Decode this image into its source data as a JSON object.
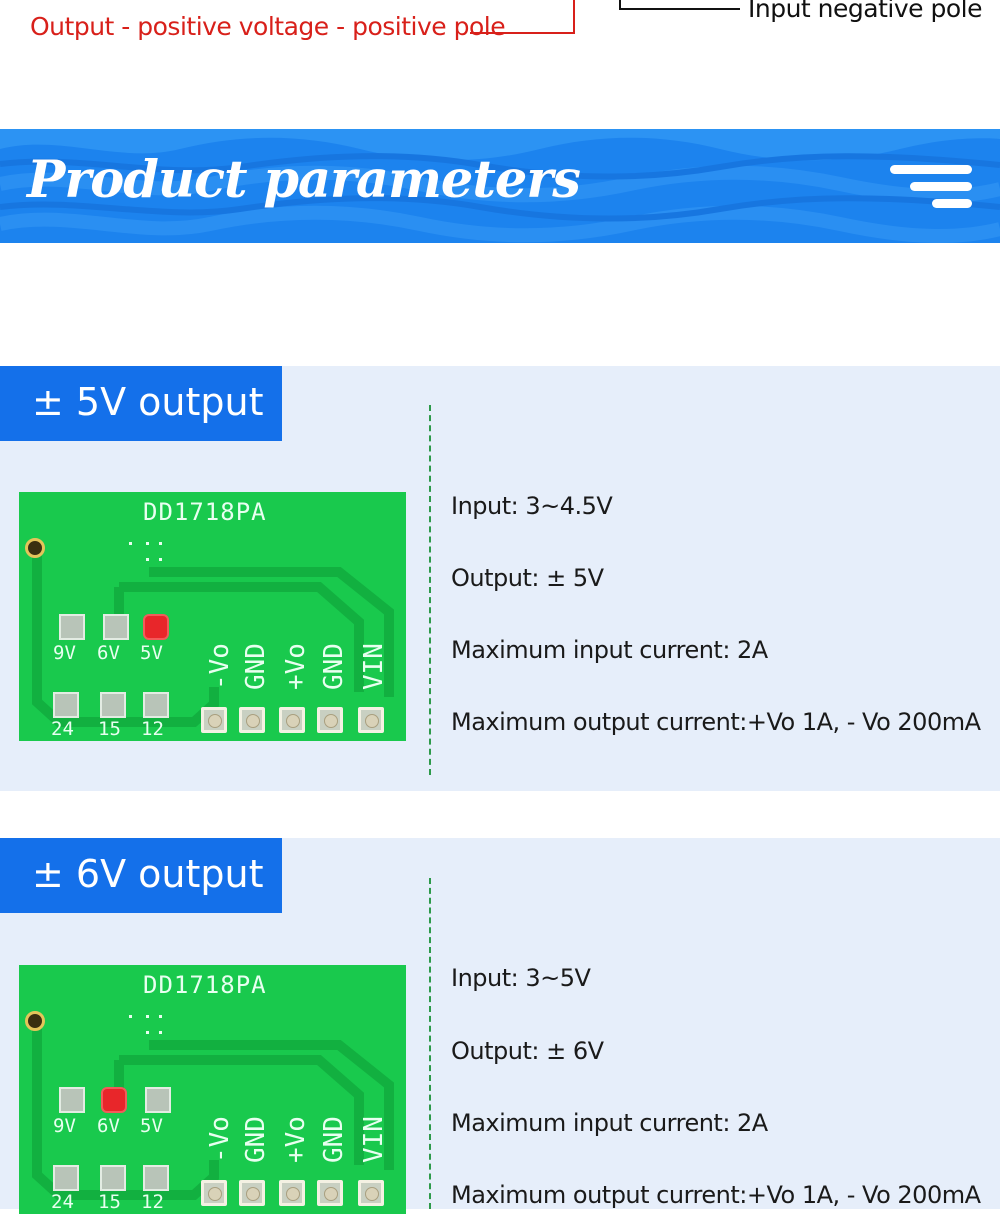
{
  "annotations": {
    "output_label": "Output - positive voltage - positive pole",
    "input_label": "Input negative pole"
  },
  "banner": {
    "title": "Product parameters",
    "menu_icon": "menu-lines-icon"
  },
  "colors": {
    "banner_blue": "#1c83ee",
    "tab_blue": "#1470ea",
    "section_bg": "#e6eefa",
    "output_label_red": "#d8201a",
    "pcb_green": "#19c94d"
  },
  "sections": [
    {
      "tab_label": "± 5V output",
      "pcb": {
        "model": "DD1718PA",
        "voltage_labels": [
          "9V",
          "6V",
          "5V"
        ],
        "selected_voltage": "5V",
        "bottom_labels": [
          "24",
          "15",
          "12"
        ],
        "pin_labels": [
          "-Vo",
          "GND",
          "+Vo",
          "GND",
          "VIN"
        ]
      },
      "specs": [
        "Input: 3~4.5V",
        "Output: ± 5V",
        "Maximum input current: 2A",
        "Maximum output current:+Vo 1A, - Vo 200mA"
      ]
    },
    {
      "tab_label": "± 6V output",
      "pcb": {
        "model": "DD1718PA",
        "voltage_labels": [
          "9V",
          "6V",
          "5V"
        ],
        "selected_voltage": "6V",
        "bottom_labels": [
          "24",
          "15",
          "12"
        ],
        "pin_labels": [
          "-Vo",
          "GND",
          "+Vo",
          "GND",
          "VIN"
        ]
      },
      "specs": [
        "Input: 3~5V",
        "Output: ± 6V",
        "Maximum input current: 2A",
        "Maximum output current:+Vo 1A, - Vo 200mA"
      ]
    }
  ]
}
